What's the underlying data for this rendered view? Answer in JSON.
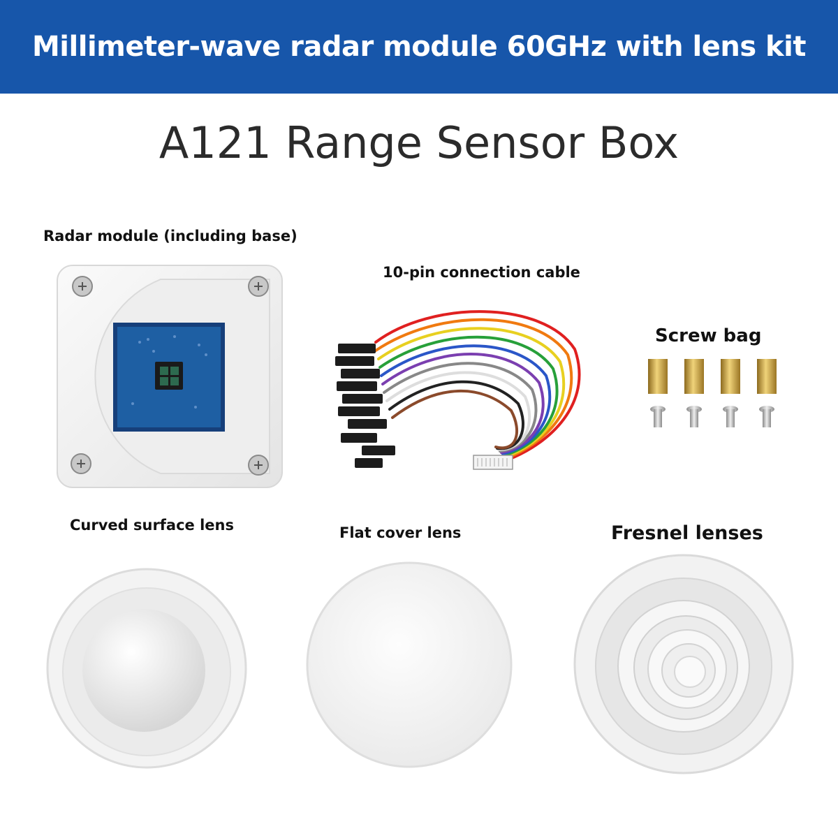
{
  "banner": {
    "title": "Millimeter-wave radar module 60GHz with lens kit",
    "background": "#1756aa"
  },
  "product": {
    "title": "A121 Range Sensor Box"
  },
  "items": {
    "radar_module": "Radar module (including base)",
    "cable": "10-pin connection cable",
    "screw_bag": "Screw bag",
    "curved_lens": "Curved surface lens",
    "flat_lens": "Flat cover lens",
    "fresnel_lens": "Fresnel lenses"
  },
  "colors": {
    "pcb": "#1e5fa3",
    "housing": "#f2f2f2",
    "brass": "#c9a33c"
  }
}
